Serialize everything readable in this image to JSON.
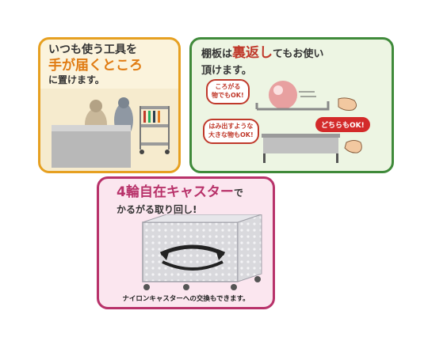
{
  "panel1": {
    "line1": "いつも使う工具を",
    "line2": "手が届くところ",
    "line3": "に置けます。",
    "accent": "#e6a021"
  },
  "panel2": {
    "title_a": "棚板は",
    "title_big": "裏返し",
    "title_b": "てもお使い",
    "title_c": "頂けます。",
    "bubble1_l1": "ころがる",
    "bubble1_l2": "物でもOK!",
    "bubble2_l1": "はみ出すような",
    "bubble2_l2": "大きな物もOK!",
    "badge": "どちらもOK!",
    "accent": "#3f8a3a"
  },
  "panel3": {
    "title_big": "4輪自在キャスター",
    "title_suffix": "で",
    "subtitle": "かるがる取り回し!",
    "note": "ナイロンキャスターへの交換もできます。",
    "accent": "#b8326a"
  }
}
